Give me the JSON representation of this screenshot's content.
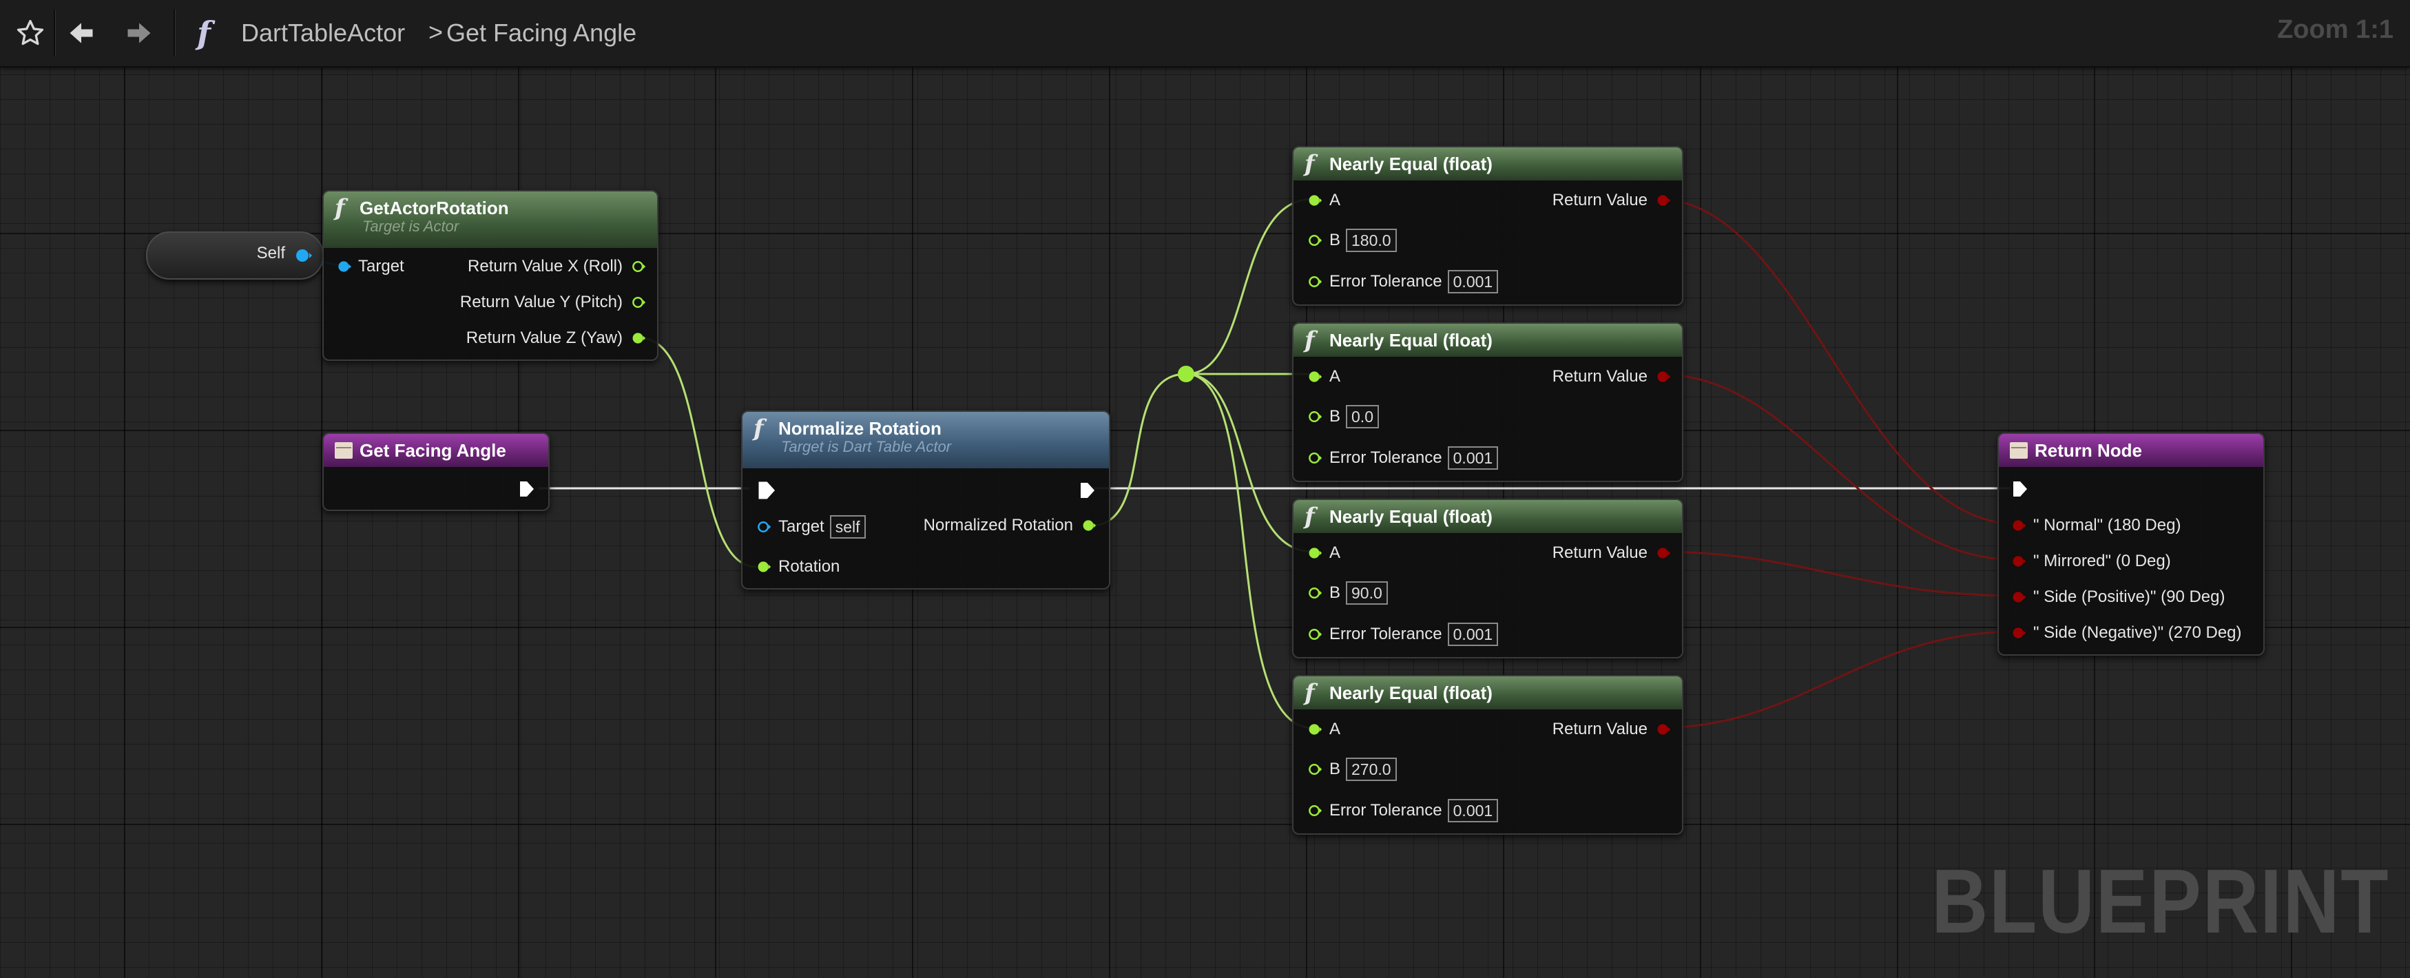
{
  "toolbar": {
    "favorite_icon": "star-outline-icon",
    "back_icon": "arrow-left-icon",
    "forward_icon": "arrow-right-icon",
    "function_icon": "function-f-icon",
    "breadcrumb": [
      "DartTableActor",
      "Get Facing Angle"
    ],
    "breadcrumb_sep": ">",
    "zoom": "Zoom 1:1"
  },
  "watermark": "BLUEPRINT",
  "colors": {
    "float_pin": "#9cea3a",
    "object_pin": "#22a8f0",
    "bool_pin": "#9a0000",
    "exec_pin": "#ffffff",
    "wire_float": "#b6e073",
    "wire_bool": "#6e1414",
    "wire_exec": "#e6e6e6"
  },
  "nodes": {
    "self": {
      "label": "Self"
    },
    "get_actor_rotation": {
      "title": "GetActorRotation",
      "subtitle": "Target is Actor",
      "target": "Target",
      "out_x": "Return Value X (Roll)",
      "out_y": "Return Value Y (Pitch)",
      "out_z": "Return Value Z (Yaw)"
    },
    "get_facing_angle": {
      "title": "Get Facing Angle"
    },
    "normalize_rotation": {
      "title": "Normalize Rotation",
      "subtitle": "Target is Dart Table Actor",
      "target": "Target",
      "target_default": "self",
      "rotation": "Rotation",
      "out": "Normalized Rotation"
    },
    "nearly_equal": [
      {
        "title": "Nearly Equal (float)",
        "a": "A",
        "b": "B",
        "b_value": "180.0",
        "tol": "Error Tolerance",
        "tol_value": "0.001",
        "ret": "Return Value"
      },
      {
        "title": "Nearly Equal (float)",
        "a": "A",
        "b": "B",
        "b_value": "0.0",
        "tol": "Error Tolerance",
        "tol_value": "0.001",
        "ret": "Return Value"
      },
      {
        "title": "Nearly Equal (float)",
        "a": "A",
        "b": "B",
        "b_value": "90.0",
        "tol": "Error Tolerance",
        "tol_value": "0.001",
        "ret": "Return Value"
      },
      {
        "title": "Nearly Equal (float)",
        "a": "A",
        "b": "B",
        "b_value": "270.0",
        "tol": "Error Tolerance",
        "tol_value": "0.001",
        "ret": "Return Value"
      }
    ],
    "return_node": {
      "title": "Return Node",
      "outputs": [
        "\" Normal\" (180 Deg)",
        "\" Mirrored\" (0 Deg)",
        "\" Side (Positive)\" (90 Deg)",
        "\" Side (Negative)\" (270 Deg)"
      ]
    }
  }
}
